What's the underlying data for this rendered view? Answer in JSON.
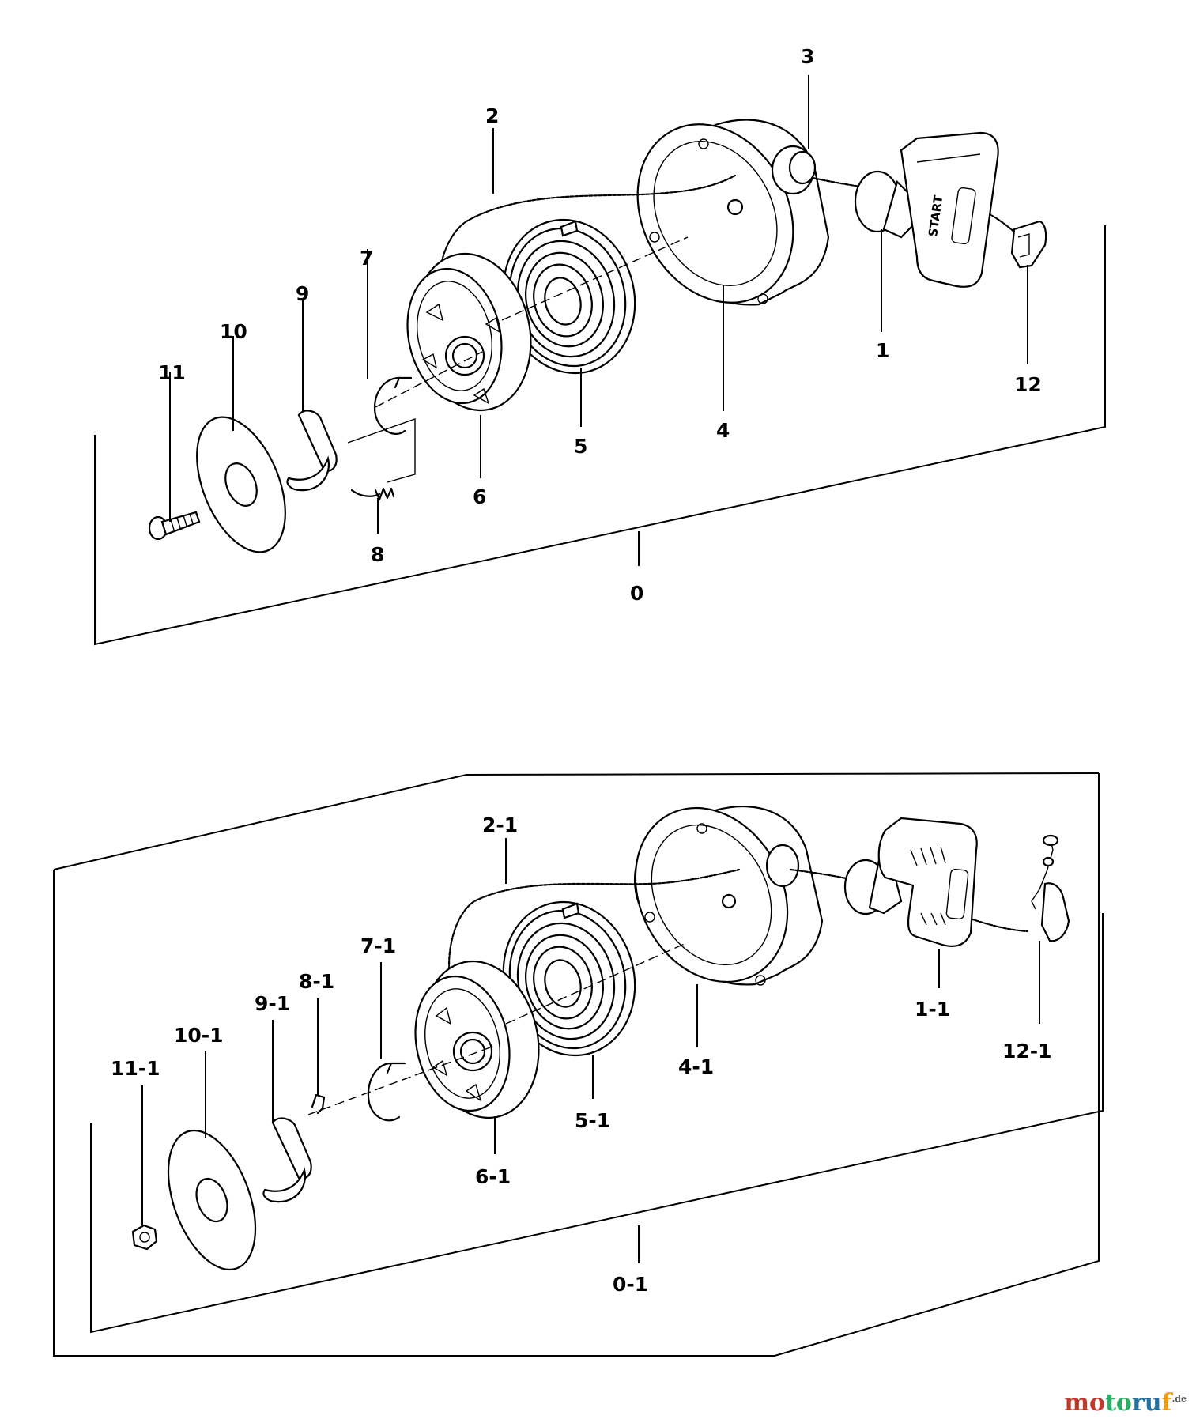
{
  "upper_assembly": {
    "callouts": {
      "p0": "0",
      "p1": "1",
      "p2": "2",
      "p3": "3",
      "p4": "4",
      "p5": "5",
      "p6": "6",
      "p7": "7",
      "p8": "8",
      "p9": "9",
      "p10": "10",
      "p11": "11",
      "p12": "12"
    },
    "handle_text": "START"
  },
  "lower_assembly": {
    "callouts": {
      "p0": "0-1",
      "p1": "1-1",
      "p2": "2-1",
      "p4": "4-1",
      "p5": "5-1",
      "p6": "6-1",
      "p7": "7-1",
      "p8": "8-1",
      "p9": "9-1",
      "p10": "10-1",
      "p11": "11-1",
      "p12": "12-1"
    }
  },
  "watermark": {
    "part1": "mo",
    "part2": "to",
    "part3": "ru",
    "part4": "f",
    "suffix": ".de"
  }
}
